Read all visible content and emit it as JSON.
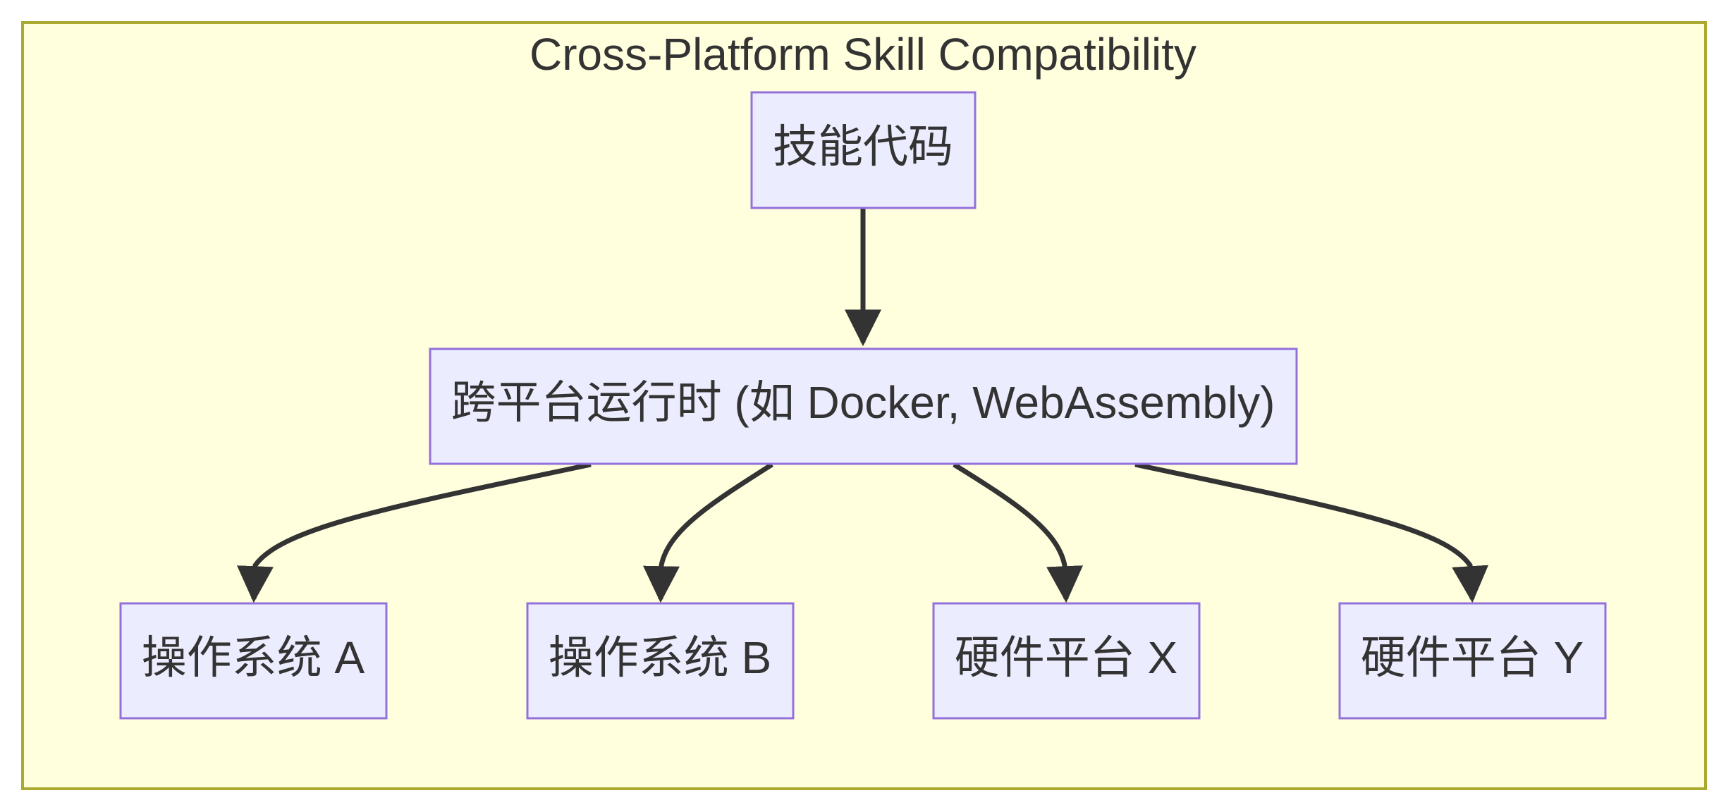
{
  "diagram": {
    "title": "Cross-Platform Skill Compatibility",
    "nodes": {
      "skill_code": "技能代码",
      "runtime": "跨平台运行时 (如 Docker, WebAssembly)",
      "os_a": "操作系统 A",
      "os_b": "操作系统 B",
      "hw_x": "硬件平台 X",
      "hw_y": "硬件平台 Y"
    },
    "edges": [
      {
        "from": "skill_code",
        "to": "runtime"
      },
      {
        "from": "runtime",
        "to": "os_a"
      },
      {
        "from": "runtime",
        "to": "os_b"
      },
      {
        "from": "runtime",
        "to": "hw_x"
      },
      {
        "from": "runtime",
        "to": "hw_y"
      }
    ]
  },
  "colors": {
    "cluster_fill": "#ffffde",
    "cluster_stroke": "#aaaa33",
    "node_fill": "#ececff",
    "node_stroke": "#9370db",
    "edge": "#333333",
    "text": "#333333"
  }
}
